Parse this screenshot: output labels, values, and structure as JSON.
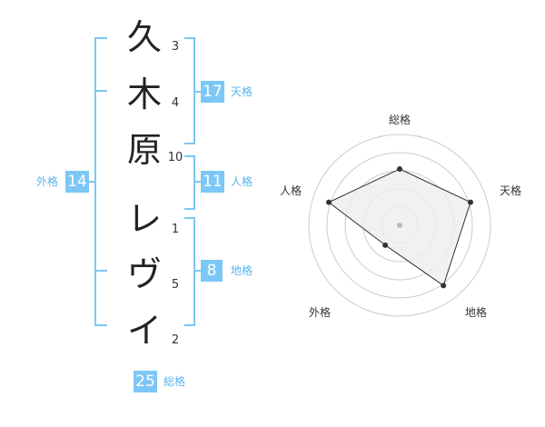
{
  "name": {
    "characters": [
      {
        "char": "久",
        "strokes": "3"
      },
      {
        "char": "木",
        "strokes": "4"
      },
      {
        "char": "原",
        "strokes": "10"
      },
      {
        "char": "レ",
        "strokes": "1"
      },
      {
        "char": "ヴ",
        "strokes": "5"
      },
      {
        "char": "イ",
        "strokes": "2"
      }
    ]
  },
  "fortune": {
    "tenkaku": {
      "value": "17",
      "label": "天格"
    },
    "jinkaku": {
      "value": "11",
      "label": "人格"
    },
    "chikaku": {
      "value": "8",
      "label": "地格"
    },
    "gaikaku": {
      "value": "14",
      "label": "外格"
    },
    "soukaku": {
      "value": "25",
      "label": "総格"
    }
  },
  "radar": {
    "axes": [
      "総格",
      "天格",
      "地格",
      "外格",
      "人格"
    ],
    "values": [
      0.62,
      0.82,
      0.82,
      0.27,
      0.82
    ],
    "rings": 5,
    "colors": {
      "ring": "#cccccc",
      "fill": "#eeeeee",
      "line": "#333333",
      "center": "#bbbbbb"
    }
  },
  "colors": {
    "accent": "#7cc7f5"
  }
}
